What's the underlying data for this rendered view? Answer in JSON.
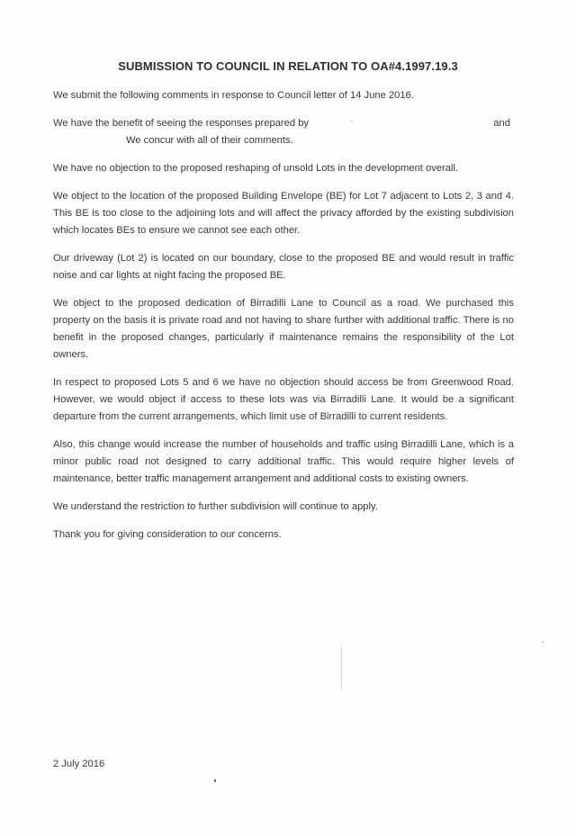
{
  "document": {
    "title": "SUBMISSION TO COUNCIL IN RELATION TO OA#4.1997.19.3",
    "paragraphs": [
      "We submit the following comments in response to Council letter of 14 June 2016.",
      "We have no objection to the proposed reshaping of unsold Lots in the development overall.",
      "We object to the location of the proposed Building Envelope (BE) for Lot 7 adjacent to Lots 2, 3 and 4. This BE is too close to the adjoining lots and will affect the privacy afforded by the existing subdivision which locates BEs to ensure we cannot see each other.",
      "Our driveway (Lot 2) is located on our boundary, close to the proposed BE and would result in traffic noise and car lights at night facing the proposed BE.",
      "We object to the proposed dedication of Birradilli Lane to Council as a road. We purchased this property on the basis it is private road and not having to share further with additional traffic. There is no benefit in the proposed changes, particularly if maintenance remains the responsibility of the Lot owners.",
      "In respect to proposed Lots 5 and 6 we have no objection should access be from Greenwood Road. However, we would object if access to these lots was via Birradilli Lane. It would be a significant departure from the current arrangements, which limit use of Birradilli to current residents.",
      "Also, this change would increase the number of households and traffic using Birradilli Lane, which is a minor public road not designed to carry additional traffic. This would require higher levels of maintenance, better traffic management arrangement and additional costs to existing owners.",
      "We understand the restriction to further subdivision will continue to apply.",
      "Thank you for giving consideration to our concerns."
    ],
    "benefit_line_start": "We have the benefit of seeing the responses prepared by",
    "benefit_line_end": "and",
    "benefit_line_second": "We concur with all of their comments.",
    "date": "2 July 2016"
  }
}
